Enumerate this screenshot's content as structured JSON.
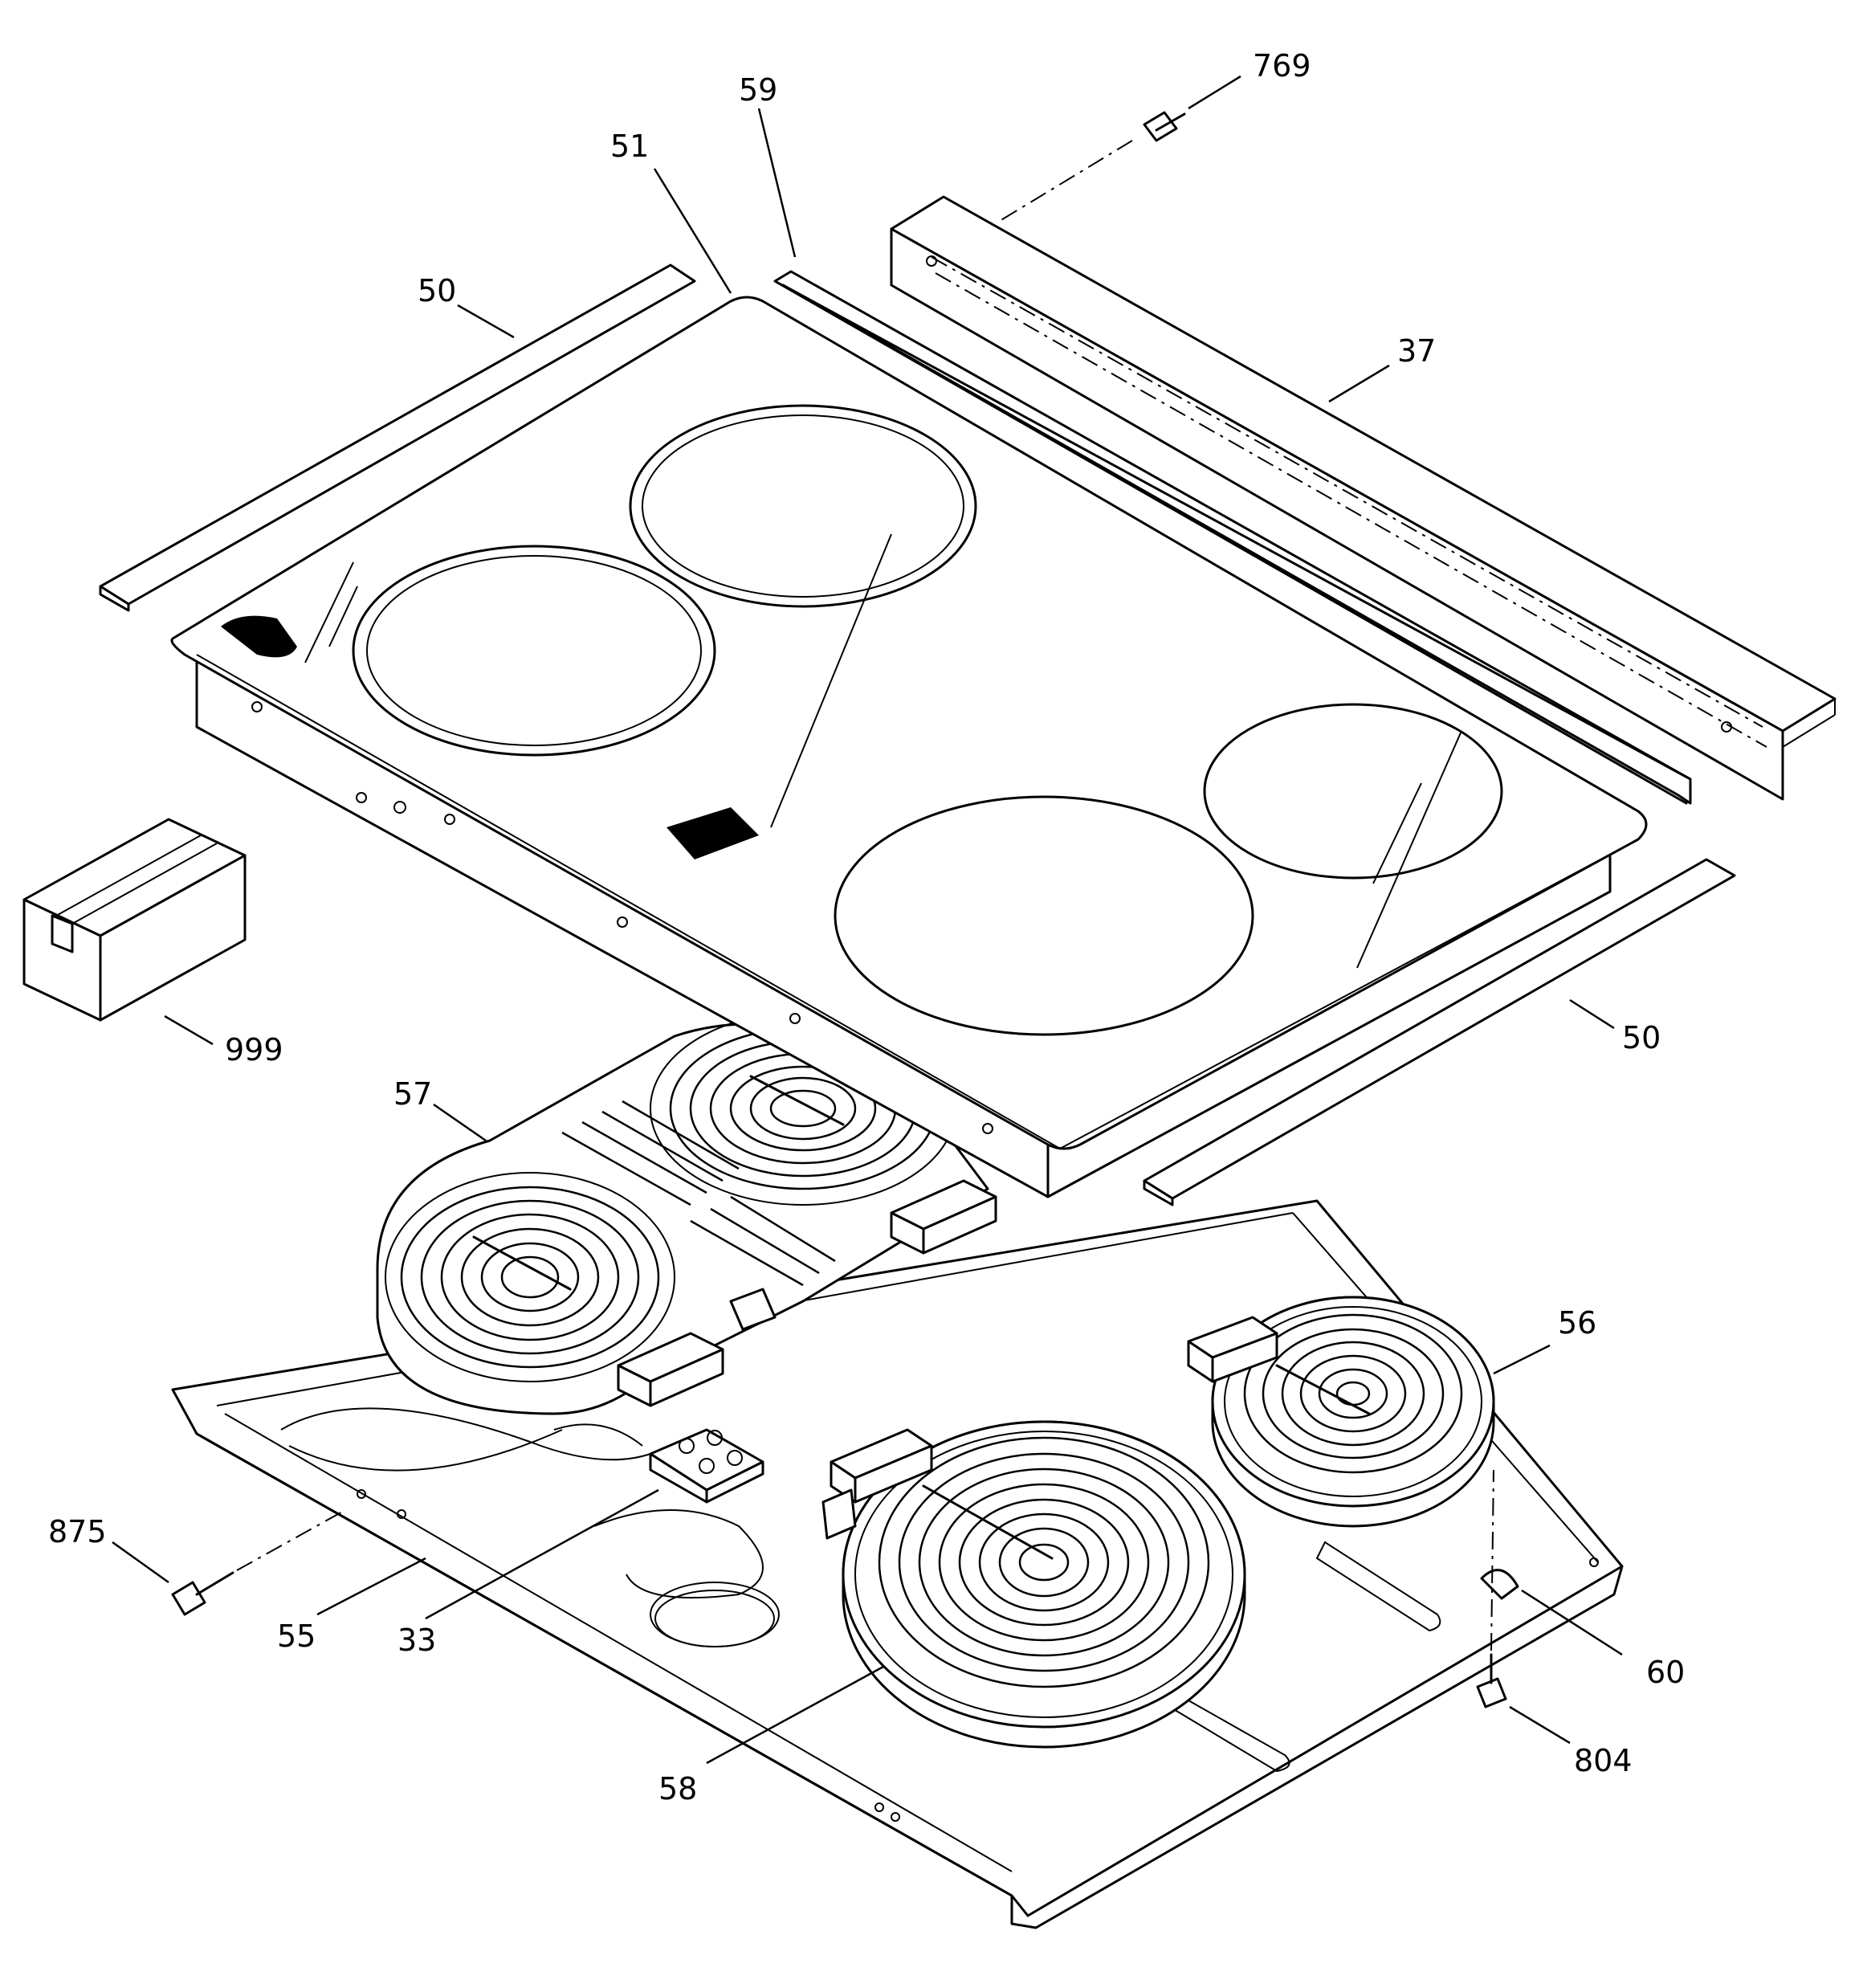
{
  "callouts": {
    "c769": "769",
    "c59": "59",
    "c51": "51",
    "c50a": "50",
    "c37": "37",
    "c999": "999",
    "c50b": "50",
    "c57": "57",
    "c56": "56",
    "c875": "875",
    "c55": "55",
    "c33": "33",
    "c60": "60",
    "c58": "58",
    "c804": "804"
  }
}
